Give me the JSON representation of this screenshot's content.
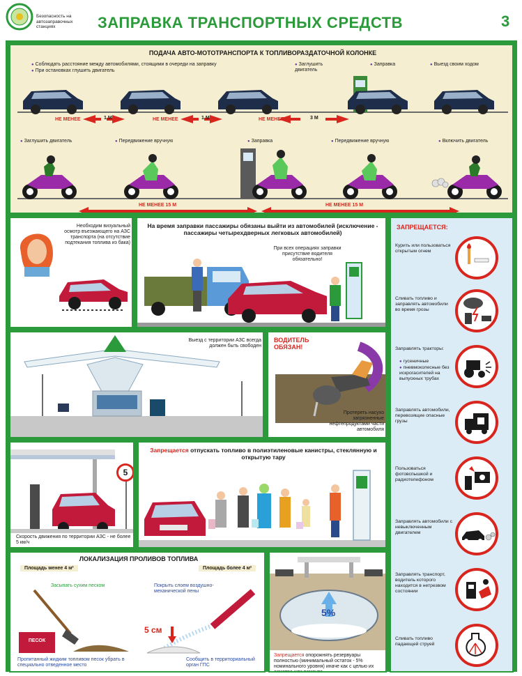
{
  "header": {
    "org": "Безопасность на автозаправочных станциях",
    "title": "ЗАПРАВКА ТРАНСПОРТНЫХ СРЕДСТВ",
    "page_number": "3"
  },
  "queue": {
    "title": "ПОДАЧА АВТО-МОТОТРАНСПОРТА К ТОПЛИВОРАЗДАТОЧНОЙ КОЛОНКЕ",
    "car_notes": {
      "keep_distance": "Соблюдать расстояние между автомобилями, стоящими в очереди на заправку",
      "engine_off_wait": "При остановках глушить двигатель",
      "engine_off": "Заглушить двигатель",
      "refuel": "Заправка",
      "exit": "Выезд своим ходом"
    },
    "car_gaps": [
      {
        "label": "НЕ МЕНЕЕ",
        "value": "1 М"
      },
      {
        "label": "НЕ МЕНЕЕ",
        "value": "1 М"
      },
      {
        "label": "НЕ МЕНЕЕ",
        "value": "3 М"
      }
    ],
    "moto_notes": {
      "engine_off": "Заглушить двигатель",
      "push_1": "Передвижение вручную",
      "refuel": "Заправка",
      "push_2": "Передвижение вручную",
      "engine_on": "Включить двигатель"
    },
    "moto_gaps": [
      "НЕ МЕНЕЕ 15 М",
      "НЕ МЕНЕЕ 15 М"
    ]
  },
  "inspection": {
    "text": "Необходим визуальный осмотр въезжающего на АЗС транспорта (на отсутствие подтекания топлива из бака)"
  },
  "passengers": {
    "title": "На время заправки пассажиры обязаны выйти из автомобилей (исключение - пассажиры четырехдверных легковых автомобилей)",
    "driver_note": "При всех операциях заправки присутствие водителя обязательно!"
  },
  "exit_free": {
    "text": "Выезд с территории АЗС всегда должен быть свободен"
  },
  "driver_must": {
    "title": "ВОДИТЕЛЬ ОБЯЗАН!",
    "text": "Протереть насухо загрязненные нефтепродуктами части автомобиля"
  },
  "speed": {
    "sign_value": "5",
    "text": "Скорость движения по территории АЗС - не более 5 км/ч"
  },
  "containers": {
    "prefix": "Запрещается",
    "text": "отпускать топливо в полиэтиленовые канистры, стеклянную и открытую тару"
  },
  "spill": {
    "title": "ЛОКАЛИЗАЦИЯ ПРОЛИВОВ ТОПЛИВА",
    "small_area": "Площадь менее 4 м²",
    "large_area": "Площадь более 4 м²",
    "sand": "Засыпать сухим песком",
    "foam": "Покрыть слоем воздушно-механической пены",
    "sand_box": "ПЕСОК",
    "depth": "5 см",
    "disposal": "Пропитанный жидким топливом песок убрать в специально отведенное место",
    "report": "Сообщить в территориальный орган ГПС"
  },
  "tank": {
    "percent": "5%",
    "prefix": "Запрещается",
    "text": "опорожнять резервуары полностью (минимальный остаток - 5% номинального уровня) иначе как с целью их осмотра или ремонта"
  },
  "prohibited": {
    "title": "ЗАПРЕЩАЕТСЯ:",
    "items": [
      {
        "text": "Курить или пользоваться открытым огнем",
        "icon": "cigarette-match-icon"
      },
      {
        "text": "Сливать топливо и заправлять автомобили во время грозы",
        "icon": "thunderstorm-icon"
      },
      {
        "text": "Заправлять тракторы:",
        "sub": [
          "гусеничные",
          "пневмоколесные без искрогасителей на выпускных трубах"
        ],
        "icon": "tractor-icon"
      },
      {
        "text": "Заправлять автомобили, перевозящие опасные грузы",
        "icon": "hazard-truck-icon"
      },
      {
        "text": "Пользоваться фотовспышкой и радиотелефоном",
        "icon": "camera-phone-icon"
      },
      {
        "text": "Заправлять автомобили с невыключенным двигателем",
        "icon": "running-car-icon"
      },
      {
        "text": "Заправлять транспорт, водитель которого находится в нетрезвом состоянии",
        "icon": "drunk-driver-icon"
      },
      {
        "text": "Сливать топливо падающей струей",
        "icon": "falling-stream-icon"
      }
    ]
  },
  "colors": {
    "green": "#2a9a3a",
    "red": "#d8261e",
    "cream": "#f6eed0",
    "light_blue": "#dcecf6"
  }
}
